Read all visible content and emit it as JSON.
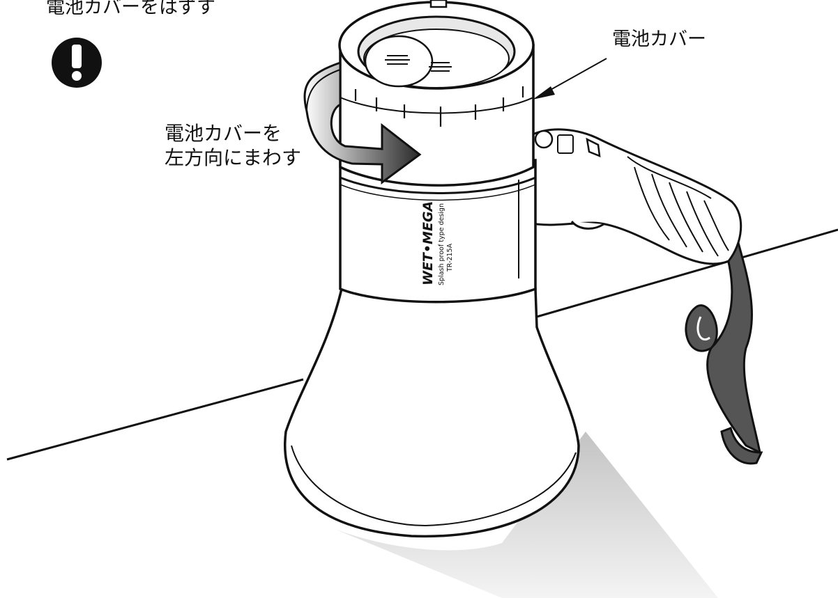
{
  "heading": "電池カバーをはずす",
  "callout": {
    "label": "電池カバー"
  },
  "instruction": {
    "lines": [
      "電池カバーを",
      "左方向にまわす"
    ]
  },
  "product": {
    "brand": "WET•MEGA",
    "tagline": "Splash proof type design",
    "model": "TR-215A"
  },
  "icons": {
    "caution": "exclamation-icon",
    "rotate": "curved-arrow-icon"
  },
  "colors": {
    "ink": "#111111",
    "shadow": "#cfcfcf",
    "strap": "#555555"
  }
}
